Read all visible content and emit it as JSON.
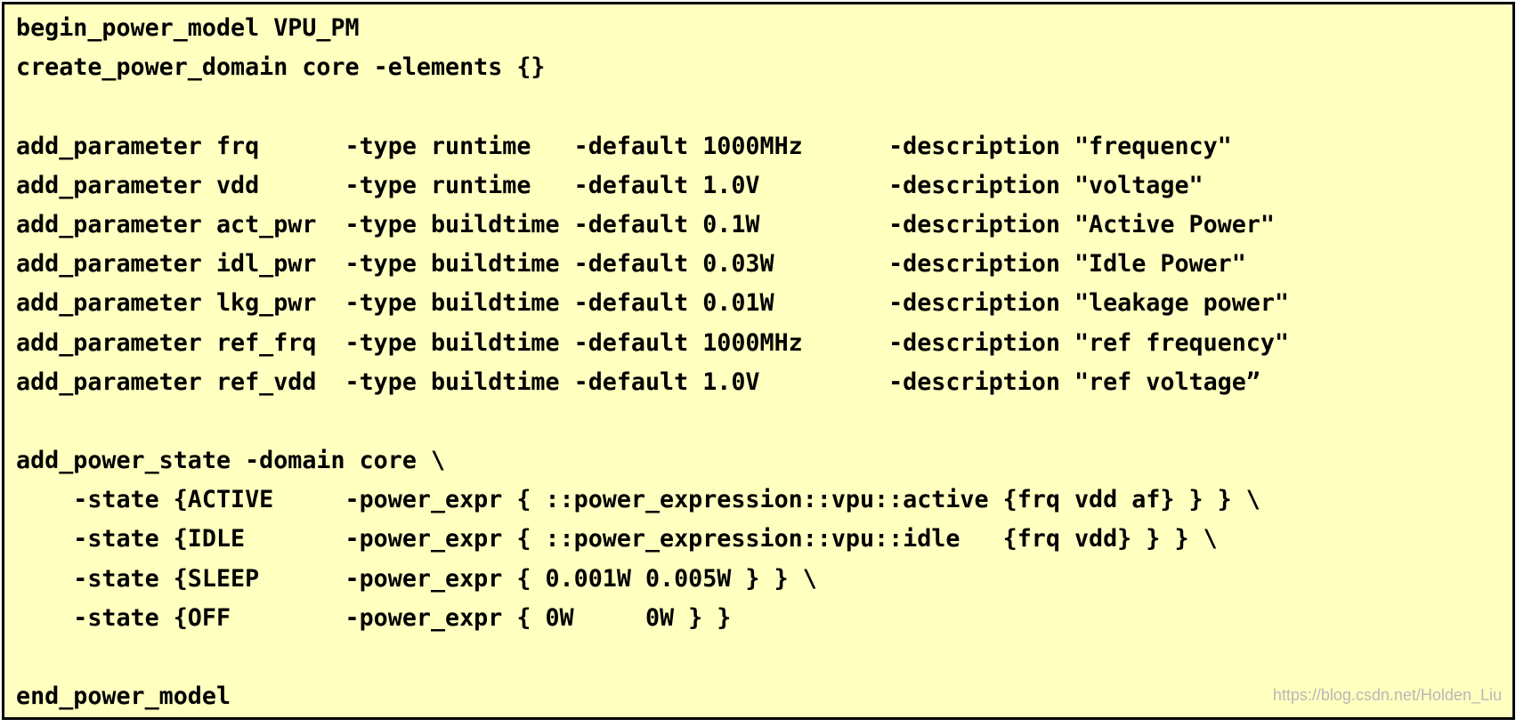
{
  "code": {
    "lines": [
      "begin_power_model VPU_PM",
      "create_power_domain core -elements {}",
      "",
      "add_parameter frq      -type runtime   -default 1000MHz      -description \"frequency\"",
      "add_parameter vdd      -type runtime   -default 1.0V         -description \"voltage\"",
      "add_parameter act_pwr  -type buildtime -default 0.1W         -description \"Active Power\"",
      "add_parameter idl_pwr  -type buildtime -default 0.03W        -description \"Idle Power\"",
      "add_parameter lkg_pwr  -type buildtime -default 0.01W        -description \"leakage power\"",
      "add_parameter ref_frq  -type buildtime -default 1000MHz      -description \"ref frequency\"",
      "add_parameter ref_vdd  -type buildtime -default 1.0V         -description \"ref voltageˮ",
      "",
      "add_power_state -domain core \\",
      "    -state {ACTIVE     -power_expr { ::power_expression::vpu::active {frq vdd af} } } \\",
      "    -state {IDLE       -power_expr { ::power_expression::vpu::idle   {frq vdd} } } \\",
      "    -state {SLEEP      -power_expr { 0.001W 0.005W } } \\",
      "    -state {OFF        -power_expr { 0W     0W } }",
      "",
      "end_power_model"
    ]
  },
  "watermark": {
    "text": "https://blog.csdn.net/Holden_Liu"
  }
}
